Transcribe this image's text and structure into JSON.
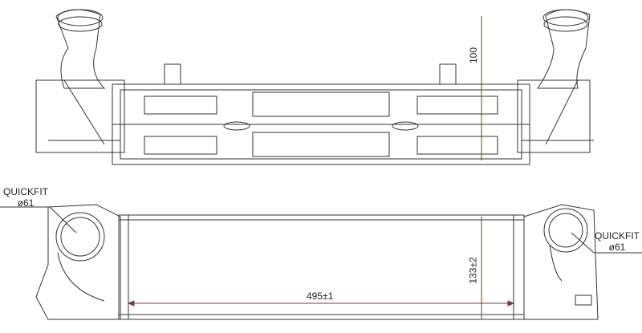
{
  "top_view": {
    "height_dimension": "100"
  },
  "front_view": {
    "left_port": {
      "type": "QUICKFIT",
      "diameter": "ø61"
    },
    "right_port": {
      "type": "QUICKFIT",
      "diameter": "ø61"
    },
    "width_dimension": "495±1",
    "height_dimension": "133±2"
  },
  "colors": {
    "line": "#333333",
    "dimension": "#7a3a3a"
  }
}
